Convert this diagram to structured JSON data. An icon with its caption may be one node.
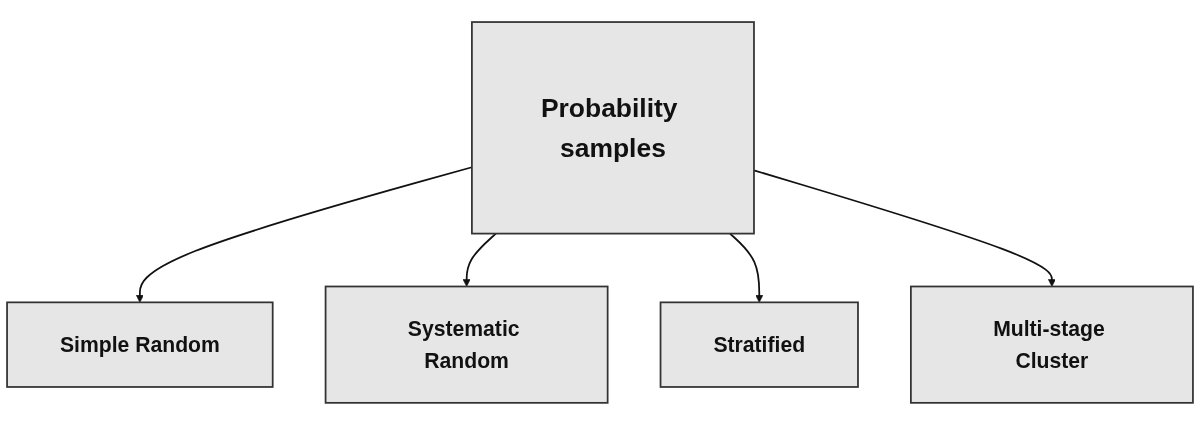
{
  "diagram": {
    "nodes": [
      {
        "text": [
          "Probability samples"
        ]
      },
      {
        "text": [
          "Simple Random"
        ]
      },
      {
        "text": [
          "Systematic Random"
        ]
      },
      {
        "text": [
          "Stratified"
        ]
      },
      {
        "text": [
          "Multi-stage Cluster"
        ]
      }
    ],
    "edges": [
      {
        "from": 0,
        "to": 1,
        "arrow": "to"
      },
      {
        "from": 0,
        "to": 2,
        "arrow": "to"
      },
      {
        "from": 0,
        "to": 3,
        "arrow": "to"
      },
      {
        "from": 0,
        "to": 4,
        "arrow": "to"
      }
    ]
  }
}
